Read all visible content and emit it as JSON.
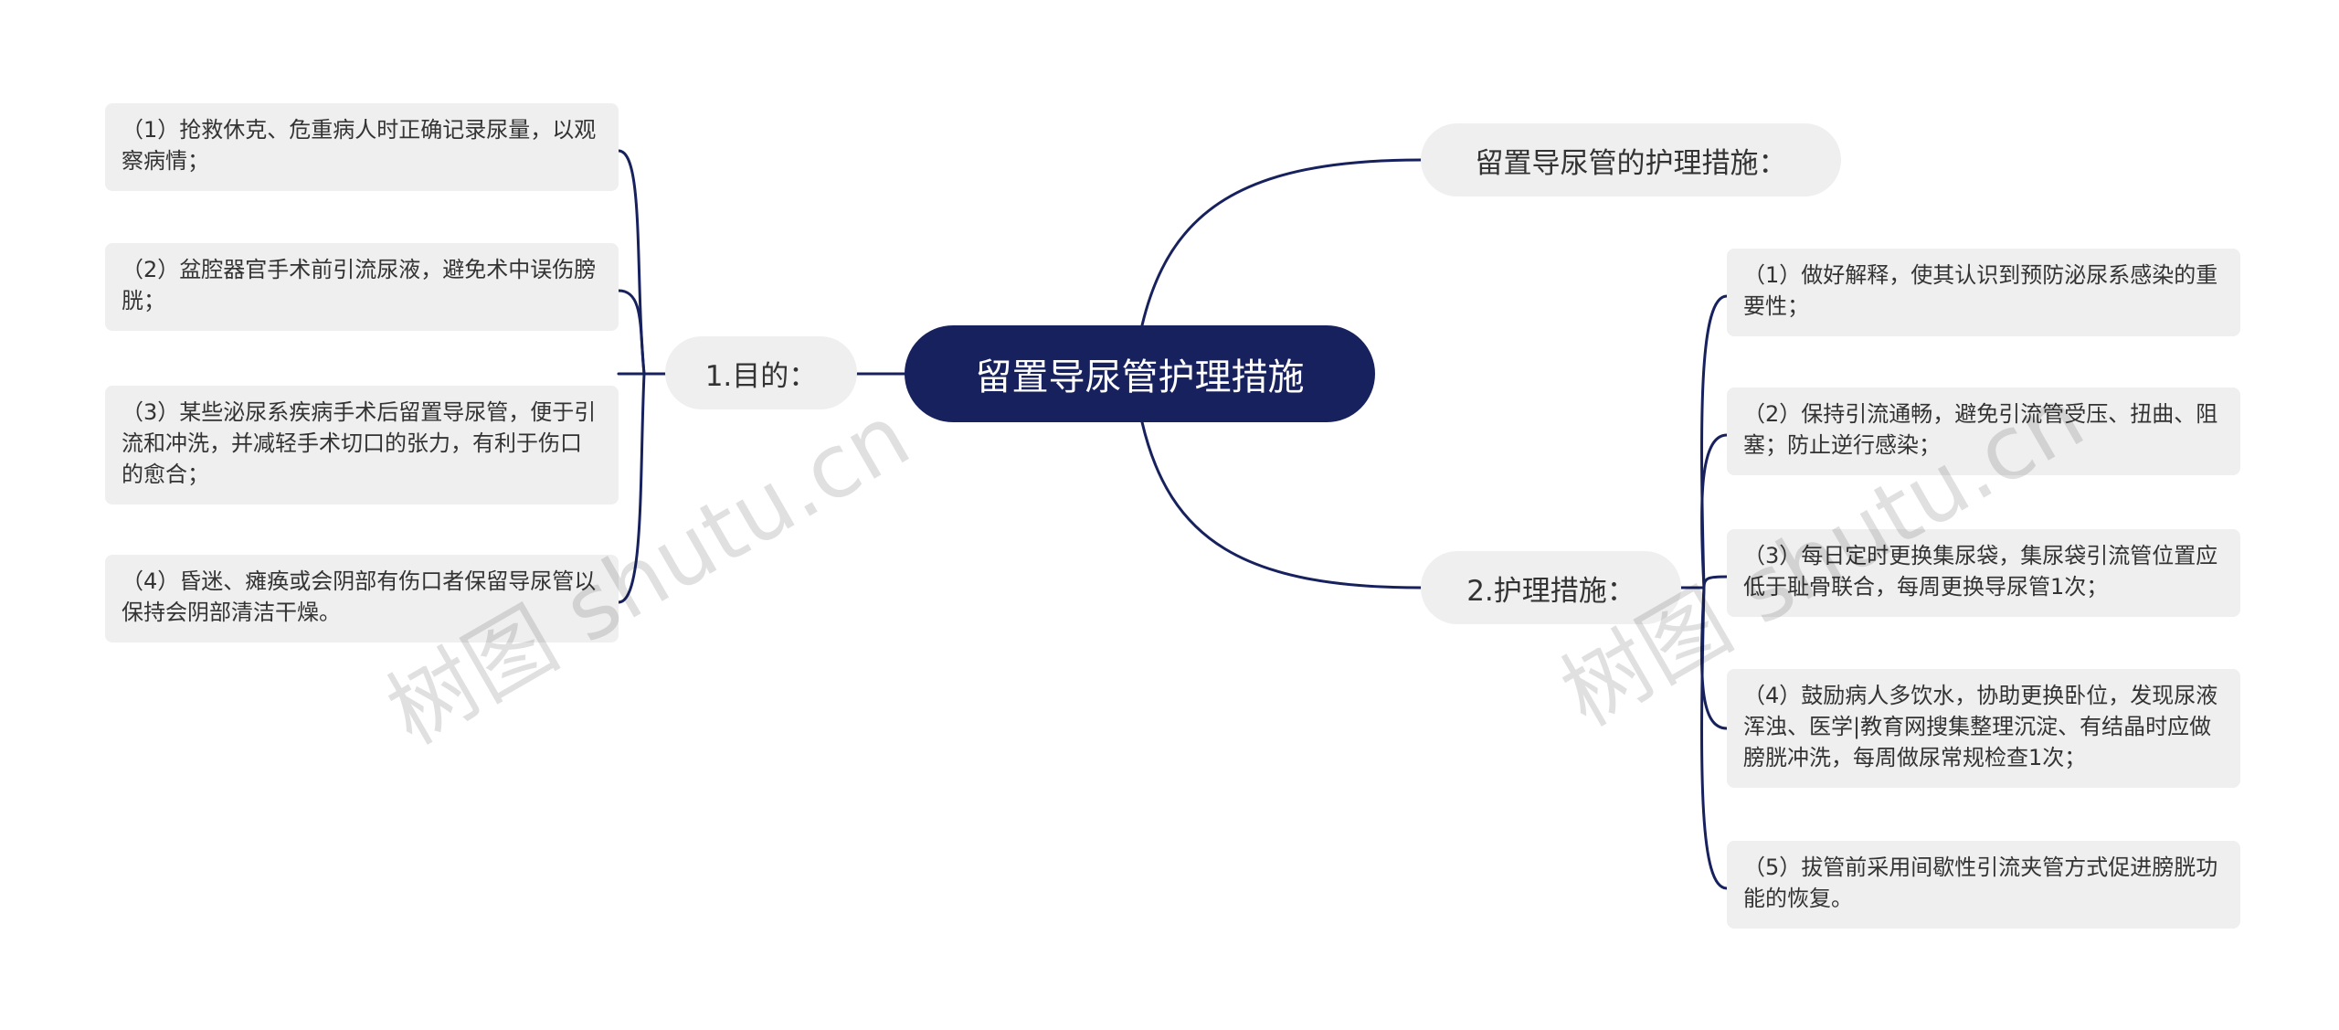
{
  "root": {
    "label": "留置导尿管护理措施"
  },
  "branches": {
    "mudi": {
      "label": "1.目的：",
      "items": [
        "（1）抢救休克、危重病人时正确记录尿量，以观察病情；",
        "（2）盆腔器官手术前引流尿液，避免术中误伤膀胱；",
        "（3）某些泌尿系疾病手术后留置导尿管，便于引流和冲洗，并减轻手术切口的张力，有利于伤口的愈合；",
        "（4）昏迷、瘫痪或会阴部有伤口者保留导尿管以保持会阴部清洁干燥。"
      ]
    },
    "cuoshi": {
      "label": "留置导尿管的护理措施："
    },
    "huli": {
      "label": "2.护理措施：",
      "items": [
        "（1）做好解释，使其认识到预防泌尿系感染的重要性；",
        "（2）保持引流通畅，避免引流管受压、扭曲、阻塞；防止逆行感染；",
        "（3）每日定时更换集尿袋，集尿袋引流管位置应低于耻骨联合，每周更换导尿管1次；",
        "（4）鼓励病人多饮水，协助更换卧位，发现尿液浑浊、医学|教育网搜集整理沉淀、有结晶时应做膀胱冲洗，每周做尿常规检查1次；",
        "（5）拔管前采用间歇性引流夹管方式促进膀胱功能的恢复。"
      ]
    }
  },
  "watermark": "树图 shutu.cn",
  "colors": {
    "root_bg": "#17215e",
    "link": "#17215e",
    "node_bg": "#efefef",
    "text": "#333333"
  }
}
